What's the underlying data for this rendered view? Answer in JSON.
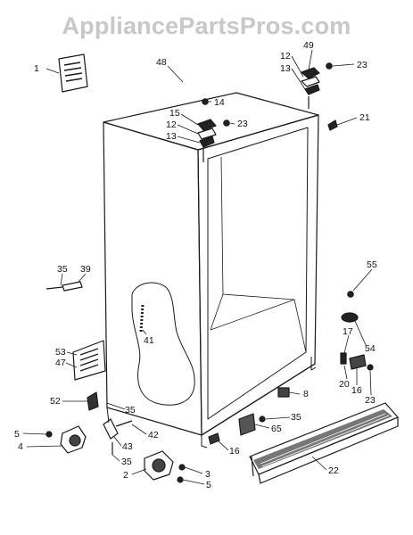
{
  "watermark": "AppliancePartsPros.com",
  "diagram": {
    "callouts": [
      {
        "id": "1",
        "label": "1"
      },
      {
        "id": "48",
        "label": "48"
      },
      {
        "id": "49",
        "label": "49"
      },
      {
        "id": "12a",
        "label": "12"
      },
      {
        "id": "13a",
        "label": "13"
      },
      {
        "id": "23a",
        "label": "23"
      },
      {
        "id": "14",
        "label": "14"
      },
      {
        "id": "15",
        "label": "15"
      },
      {
        "id": "12b",
        "label": "12"
      },
      {
        "id": "23b",
        "label": "23"
      },
      {
        "id": "13b",
        "label": "13"
      },
      {
        "id": "21",
        "label": "21"
      },
      {
        "id": "35a",
        "label": "35"
      },
      {
        "id": "39",
        "label": "39"
      },
      {
        "id": "55",
        "label": "55"
      },
      {
        "id": "41",
        "label": "41"
      },
      {
        "id": "17",
        "label": "17"
      },
      {
        "id": "54",
        "label": "54"
      },
      {
        "id": "53",
        "label": "53"
      },
      {
        "id": "47",
        "label": "47"
      },
      {
        "id": "20",
        "label": "20"
      },
      {
        "id": "16a",
        "label": "16"
      },
      {
        "id": "23c",
        "label": "23"
      },
      {
        "id": "52",
        "label": "52"
      },
      {
        "id": "8",
        "label": "8"
      },
      {
        "id": "35b",
        "label": "35"
      },
      {
        "id": "35c",
        "label": "35"
      },
      {
        "id": "65",
        "label": "65"
      },
      {
        "id": "5a",
        "label": "5"
      },
      {
        "id": "42",
        "label": "42"
      },
      {
        "id": "4",
        "label": "4"
      },
      {
        "id": "43",
        "label": "43"
      },
      {
        "id": "16b",
        "label": "16"
      },
      {
        "id": "35d",
        "label": "35"
      },
      {
        "id": "22",
        "label": "22"
      },
      {
        "id": "3",
        "label": "3"
      },
      {
        "id": "2",
        "label": "2"
      },
      {
        "id": "5b",
        "label": "5"
      }
    ]
  }
}
